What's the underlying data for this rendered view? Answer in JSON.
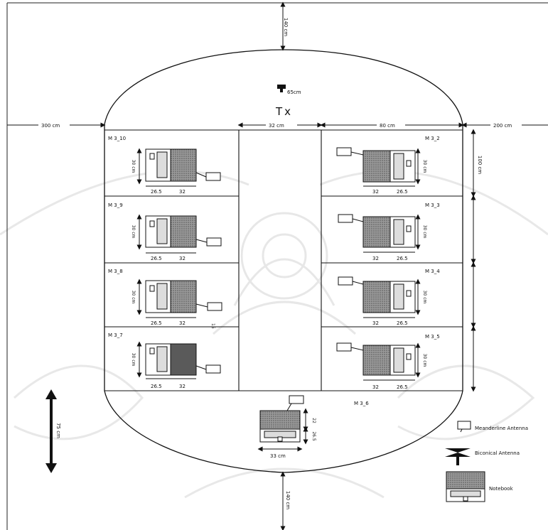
{
  "transmitter": {
    "label": "Tx",
    "height_label": "65cm"
  },
  "dimensions": {
    "top_gap": "140 cm",
    "bottom_gap": "140 cm",
    "left_gap": "300 cm",
    "center_aisle": "32 cm",
    "right_block": "80 cm",
    "right_gap": "200 cm",
    "row_height": "100 cm"
  },
  "scale_arrow_label": "75 cm",
  "rooms": {
    "m3_10": {
      "name": "M 3_10",
      "dims": [
        "26.5",
        "32"
      ],
      "height": "30 cm"
    },
    "m3_9": {
      "name": "M 3_9",
      "dims": [
        "26.5",
        "32"
      ],
      "height": "30 cm"
    },
    "m3_8": {
      "name": "M 3_8",
      "dims": [
        "26.5",
        "32"
      ],
      "height": "30 cm",
      "extra": "15"
    },
    "m3_7": {
      "name": "M 3_7",
      "dims": [
        "26.5",
        "32"
      ],
      "height": "30 cm"
    },
    "m3_2": {
      "name": "M 3_2",
      "dims": [
        "32",
        "26.5"
      ],
      "height": "30 cm"
    },
    "m3_3": {
      "name": "M 3_3",
      "dims": [
        "32",
        "26.5"
      ],
      "height": "30 cm"
    },
    "m3_4": {
      "name": "M 3_4",
      "dims": [
        "32",
        "26.5"
      ],
      "height": "30 cm"
    },
    "m3_5": {
      "name": "M 3_5",
      "dims": [
        "32",
        "26.5"
      ],
      "height": "30 cm"
    },
    "m3_6": {
      "name": "M 3_6",
      "width": "33 cm",
      "dims_v": [
        "22",
        "26.5"
      ]
    }
  },
  "legend": {
    "meanderline": "Meanderline Antenna",
    "biconical": "Biconical Antenna",
    "notebook": "Notebook"
  },
  "colors": {
    "line": "#111111",
    "screen": "#8a8a8a",
    "watermark": "#cfcfcf"
  }
}
